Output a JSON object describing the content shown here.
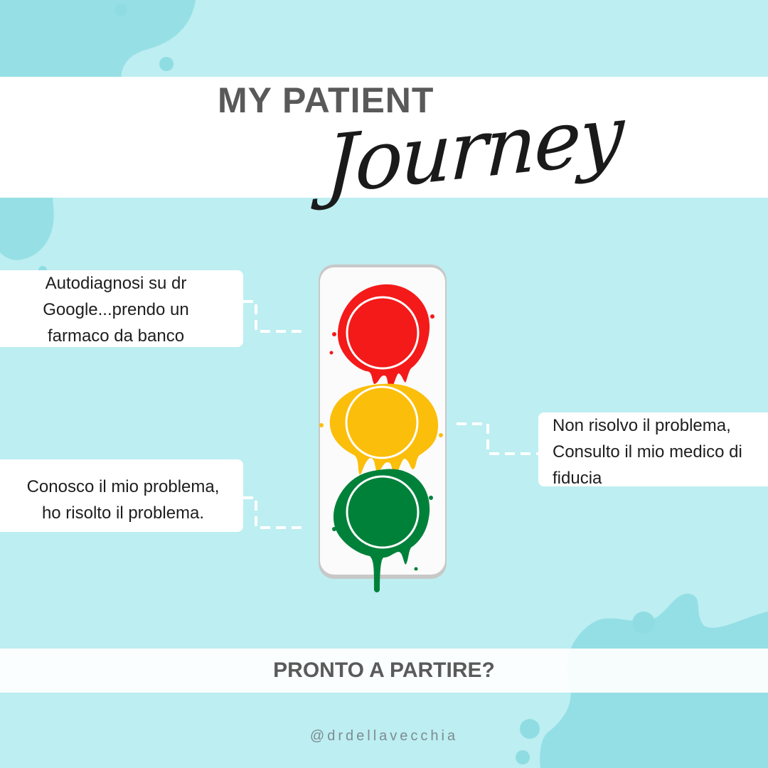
{
  "header": {
    "title": "MY PATIENT",
    "subtitle": "Journey"
  },
  "notes": {
    "red": {
      "lines": [
        "Autodiagnosi su dr",
        "Google...prendo un",
        "farmaco da banco"
      ]
    },
    "yellow": {
      "lines": [
        "Non risolvo il problema,",
        "Consulto il mio medico di",
        "fiducia"
      ]
    },
    "green": {
      "lines": [
        "Conosco il mio problema,",
        "ho risolto il problema."
      ]
    }
  },
  "footer": {
    "cta": "PRONTO A PARTIRE?"
  },
  "handle": "@drdellavecchia",
  "colors": {
    "background": "#bdeef1",
    "splash": "#8fdde3",
    "band": "#ffffff",
    "red": "#f41a1a",
    "yellow": "#fbbe0a",
    "green": "#00813a",
    "title_text": "#595959"
  },
  "icons": {
    "traffic_light": "traffic-light-icon"
  }
}
